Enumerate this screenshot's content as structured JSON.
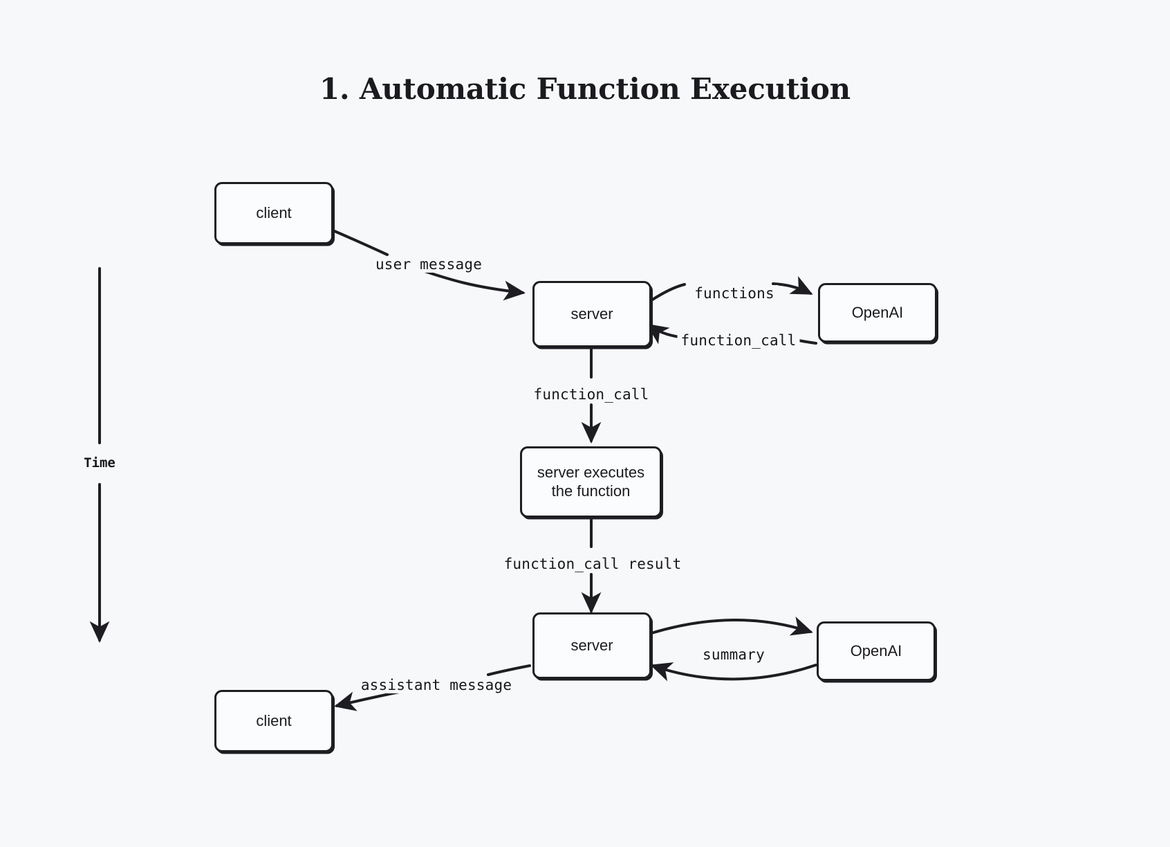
{
  "page": {
    "title": "1. Automatic Function Execution",
    "background_color": "#f7f8fa",
    "ink_color": "#1e1e22"
  },
  "axis": {
    "label": "Time",
    "direction": "downward"
  },
  "nodes": [
    {
      "id": "client-top",
      "label": "client"
    },
    {
      "id": "server-top",
      "label": "server"
    },
    {
      "id": "openai-top",
      "label": "OpenAI"
    },
    {
      "id": "server-executes",
      "label": "server executes\nthe function"
    },
    {
      "id": "server-bottom",
      "label": "server"
    },
    {
      "id": "openai-bottom",
      "label": "OpenAI"
    },
    {
      "id": "client-bottom",
      "label": "client"
    }
  ],
  "edges": [
    {
      "id": "e1",
      "from": "client-top",
      "to": "server-top",
      "label": "user message"
    },
    {
      "id": "e2",
      "from": "server-top",
      "to": "openai-top",
      "label": "functions"
    },
    {
      "id": "e3",
      "from": "openai-top",
      "to": "server-top",
      "label": "function_call"
    },
    {
      "id": "e4",
      "from": "server-top",
      "to": "server-executes",
      "label": "function_call"
    },
    {
      "id": "e5",
      "from": "server-executes",
      "to": "server-bottom",
      "label": "function_call result"
    },
    {
      "id": "e6",
      "from": "server-bottom",
      "to": "openai-bottom",
      "label": ""
    },
    {
      "id": "e7",
      "from": "openai-bottom",
      "to": "server-bottom",
      "label": "summary"
    },
    {
      "id": "e8",
      "from": "server-bottom",
      "to": "client-bottom",
      "label": "assistant message"
    }
  ]
}
